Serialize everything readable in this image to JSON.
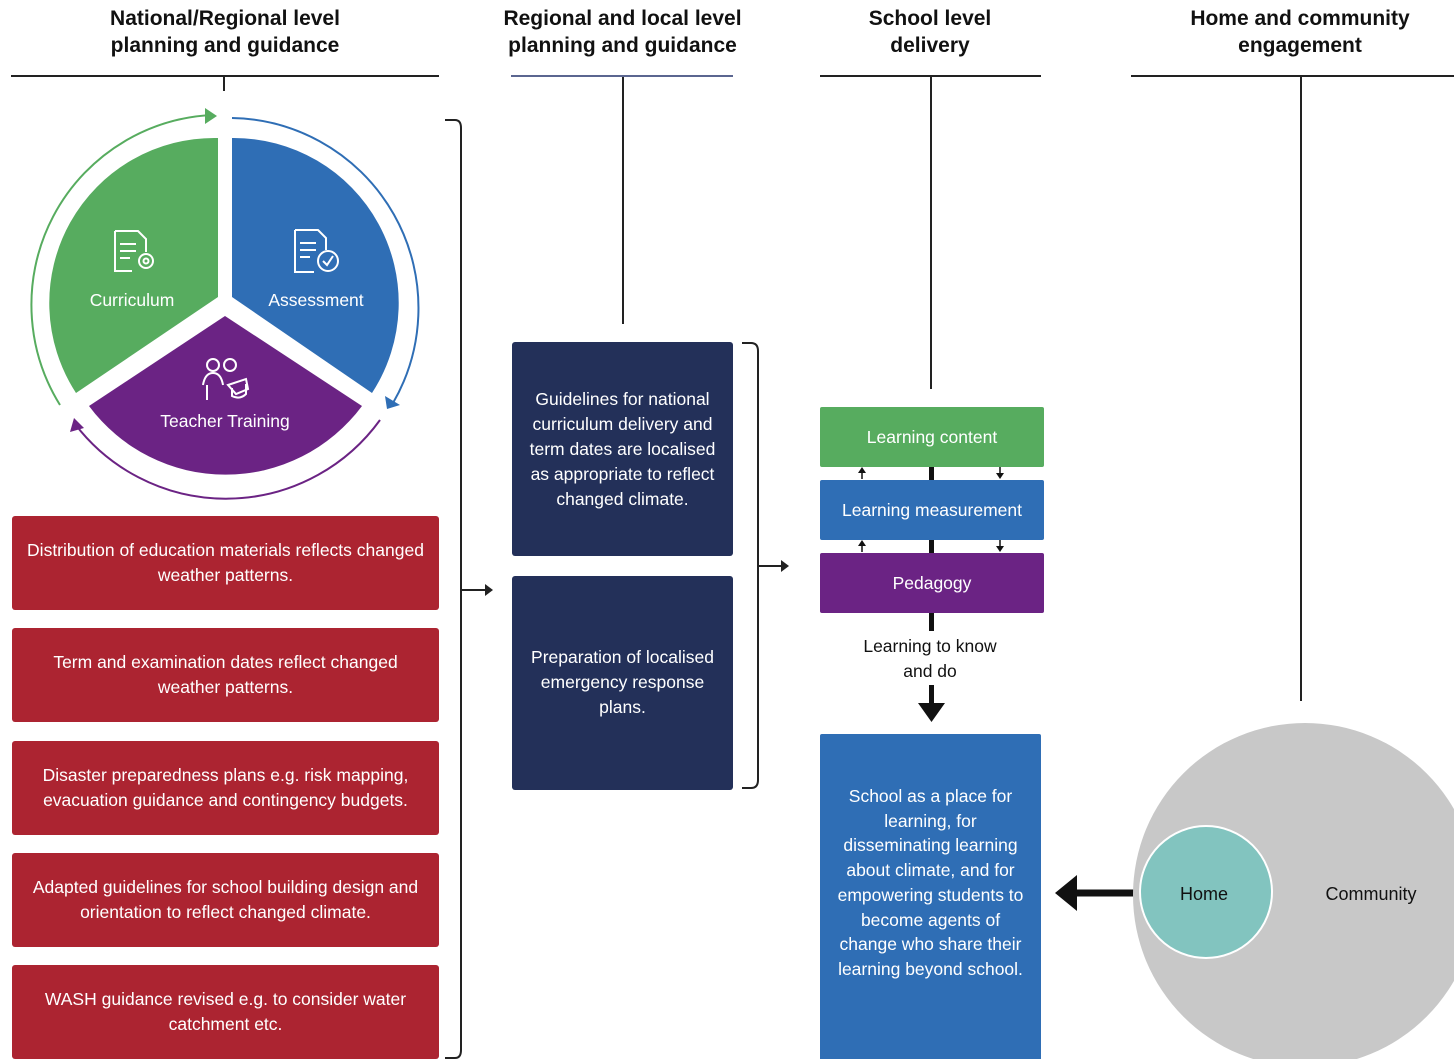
{
  "columns": [
    {
      "title": "National/Regional level planning and guidance"
    },
    {
      "title": "Regional and local level planning and guidance"
    },
    {
      "title": "School level delivery"
    },
    {
      "title": "Home and community engagement"
    }
  ],
  "cycle": {
    "curriculum": "Curriculum",
    "assessment": "Assessment",
    "teacher_training": "Teacher Training",
    "colors": {
      "curriculum": "#57ac5f",
      "assessment": "#2f6eb5",
      "teacher_training": "#6b2384"
    }
  },
  "national_items": [
    "Distribution of education materials reflects changed weather patterns.",
    "Term and examination dates reflect changed weather patterns.",
    "Disaster preparedness plans e.g. risk mapping, evacuation guidance and contingency budgets.",
    "Adapted guidelines for school building design and orientation to reflect changed climate.",
    "WASH guidance revised e.g. to consider water catchment etc."
  ],
  "regional_items": [
    "Guidelines for national curriculum delivery and term dates are localised as appropriate to reflect changed climate.",
    "Preparation of localised emergency response plans."
  ],
  "school": {
    "learning_content": "Learning content",
    "learning_measurement": "Learning measurement",
    "pedagogy": "Pedagogy",
    "learning_to_know": "Learning to know and do",
    "school_place": "School as a place for learning, for disseminating learning about climate, and for empowering students to become agents of change who share their learning beyond school."
  },
  "community": {
    "home": "Home",
    "community": "Community",
    "colors": {
      "home": "#82c4bf",
      "community": "#c8c8c8"
    }
  },
  "colors": {
    "red": "#ac2431",
    "navy": "#233059",
    "green": "#57ac5f",
    "blue": "#2f6eb5",
    "purple": "#6b2384"
  }
}
